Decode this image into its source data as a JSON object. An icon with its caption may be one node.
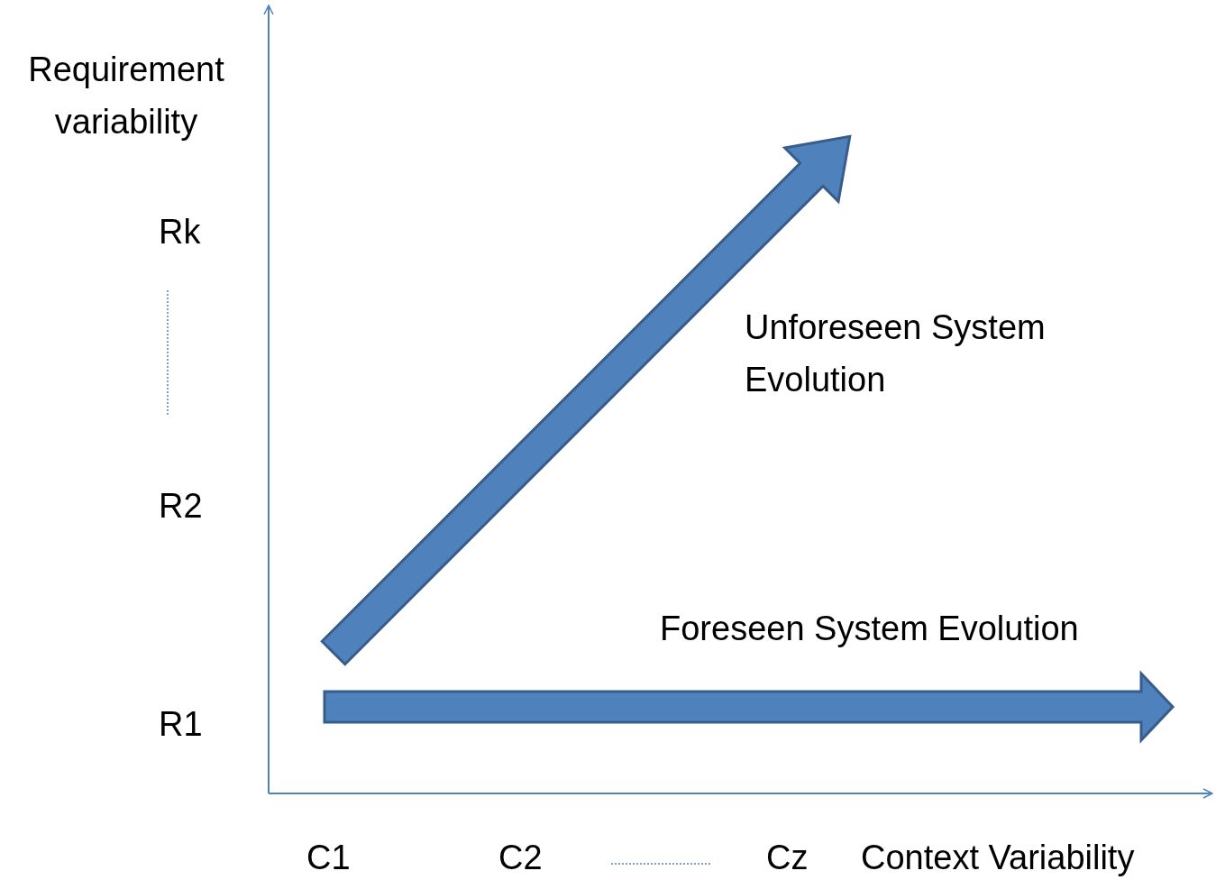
{
  "diagram": {
    "labels": [
      "Requirement variability",
      "Rk",
      "Unforeseen System Evolution",
      "R2",
      "Foreseen System Evolution",
      "R1",
      "C1",
      "C2",
      "Cz",
      "Context Variability"
    ]
  }
}
